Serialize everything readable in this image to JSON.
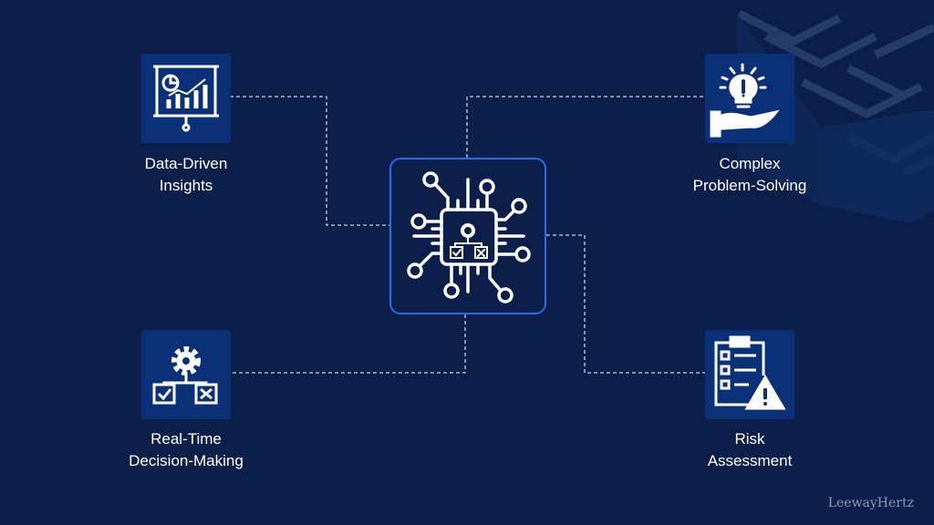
{
  "nodes": [
    {
      "label_1": "Data-Driven",
      "label_2": "Insights",
      "icon": "presentation-chart-icon"
    },
    {
      "label_1": "Complex",
      "label_2": "Problem-Solving",
      "icon": "lightbulb-hand-icon"
    },
    {
      "label_1": "Real-Time",
      "label_2": "Decision-Making",
      "icon": "gear-decision-icon"
    },
    {
      "label_1": "Risk",
      "label_2": "Assessment",
      "icon": "clipboard-warning-icon"
    }
  ],
  "center": {
    "icon": "ai-chip-icon"
  },
  "brand": "LeewayHertz",
  "colors": {
    "background": "#0c1f4b",
    "box": "#0a3177",
    "center_border": "#1f6fe6"
  }
}
